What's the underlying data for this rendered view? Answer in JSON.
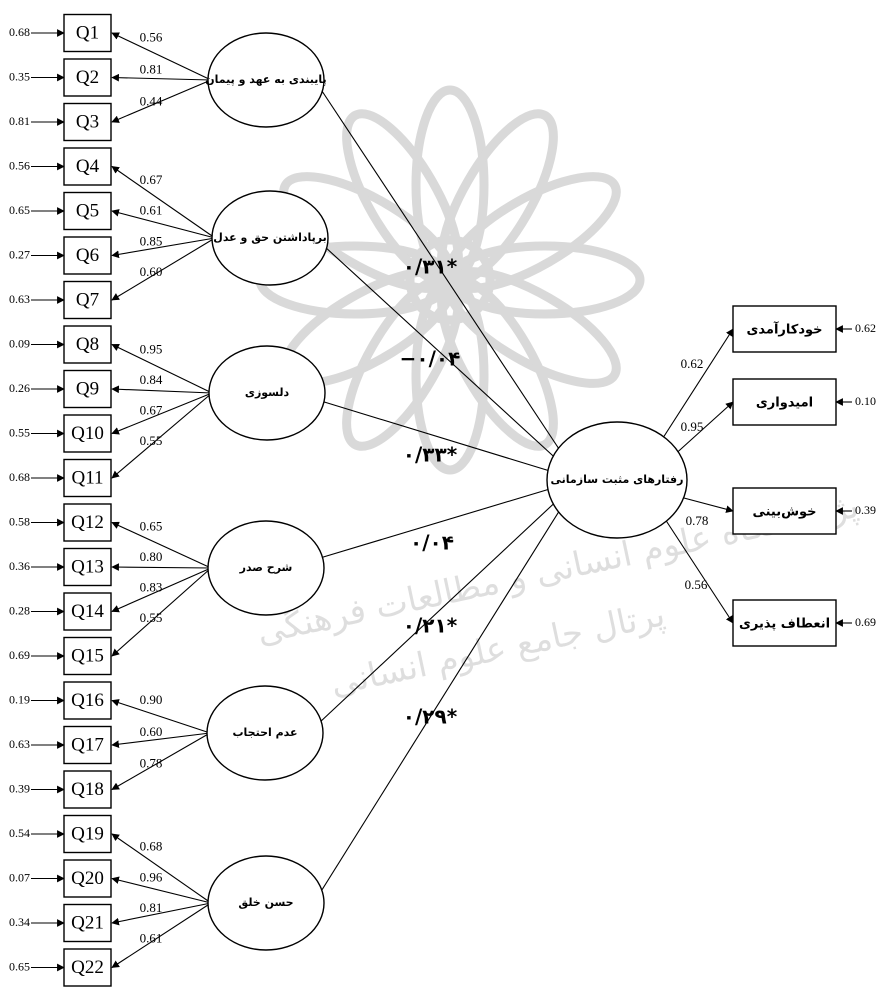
{
  "watermark": {
    "line1": "پژوهشگاه علوم انسانی و مطالعات فرهنگی",
    "line2": "پرتال جامع علوم انسانی",
    "emblem_color": "#d9d9d9"
  },
  "colors": {
    "stroke": "#000000",
    "background": "#ffffff"
  },
  "indicators": [
    {
      "label": "Q1",
      "error": "0.68"
    },
    {
      "label": "Q2",
      "error": "0.35"
    },
    {
      "label": "Q3",
      "error": "0.81"
    },
    {
      "label": "Q4",
      "error": "0.56"
    },
    {
      "label": "Q5",
      "error": "0.65"
    },
    {
      "label": "Q6",
      "error": "0.27"
    },
    {
      "label": "Q7",
      "error": "0.63"
    },
    {
      "label": "Q8",
      "error": "0.09"
    },
    {
      "label": "Q9",
      "error": "0.26"
    },
    {
      "label": "Q10",
      "error": "0.55"
    },
    {
      "label": "Q11",
      "error": "0.68"
    },
    {
      "label": "Q12",
      "error": "0.58"
    },
    {
      "label": "Q13",
      "error": "0.36"
    },
    {
      "label": "Q14",
      "error": "0.28"
    },
    {
      "label": "Q15",
      "error": "0.69"
    },
    {
      "label": "Q16",
      "error": "0.19"
    },
    {
      "label": "Q17",
      "error": "0.63"
    },
    {
      "label": "Q18",
      "error": "0.39"
    },
    {
      "label": "Q19",
      "error": "0.54"
    },
    {
      "label": "Q20",
      "error": "0.07"
    },
    {
      "label": "Q21",
      "error": "0.34"
    },
    {
      "label": "Q22",
      "error": "0.65"
    }
  ],
  "factors": [
    {
      "label": "پایبندی به عهد و پیمان",
      "items": [
        0,
        1,
        2
      ],
      "loadings": [
        "0.56",
        "0.81",
        "0.44"
      ],
      "path": "۰/۳۱*"
    },
    {
      "label": "برپاداشتن حق و عدل",
      "items": [
        3,
        4,
        5,
        6
      ],
      "loadings": [
        "0.67",
        "0.61",
        "0.85",
        "0.60"
      ],
      "path": "−۰/۰۴"
    },
    {
      "label": "دلسوزی",
      "items": [
        7,
        8,
        9,
        10
      ],
      "loadings": [
        "0.95",
        "0.84",
        "0.67",
        "0.55"
      ],
      "path": "۰/۳۳*"
    },
    {
      "label": "شرح صدر",
      "items": [
        11,
        12,
        13,
        14
      ],
      "loadings": [
        "0.65",
        "0.80",
        "0.83",
        "0.55"
      ],
      "path": "۰/۰۴"
    },
    {
      "label": "عدم احتجاب",
      "items": [
        15,
        16,
        17
      ],
      "loadings": [
        "0.90",
        "0.60",
        "0.78"
      ],
      "path": "۰/۲۱*"
    },
    {
      "label": "حسن خلق",
      "items": [
        18,
        19,
        20,
        21
      ],
      "loadings": [
        "0.68",
        "0.96",
        "0.81",
        "0.61"
      ],
      "path": "۰/۲۹*"
    }
  ],
  "central": {
    "label": "رفتارهای مثبت سازمانی"
  },
  "outcomes": [
    {
      "label": "خودکارآمدی",
      "loading": "0.62",
      "error": "0.62"
    },
    {
      "label": "امیدواری",
      "loading": "0.95",
      "error": "0.10"
    },
    {
      "label": "خوش‌بینی",
      "loading": "0.78",
      "error": "0.39"
    },
    {
      "label": "انعطاف پذیری",
      "loading": "0.56",
      "error": "0.69"
    }
  ]
}
